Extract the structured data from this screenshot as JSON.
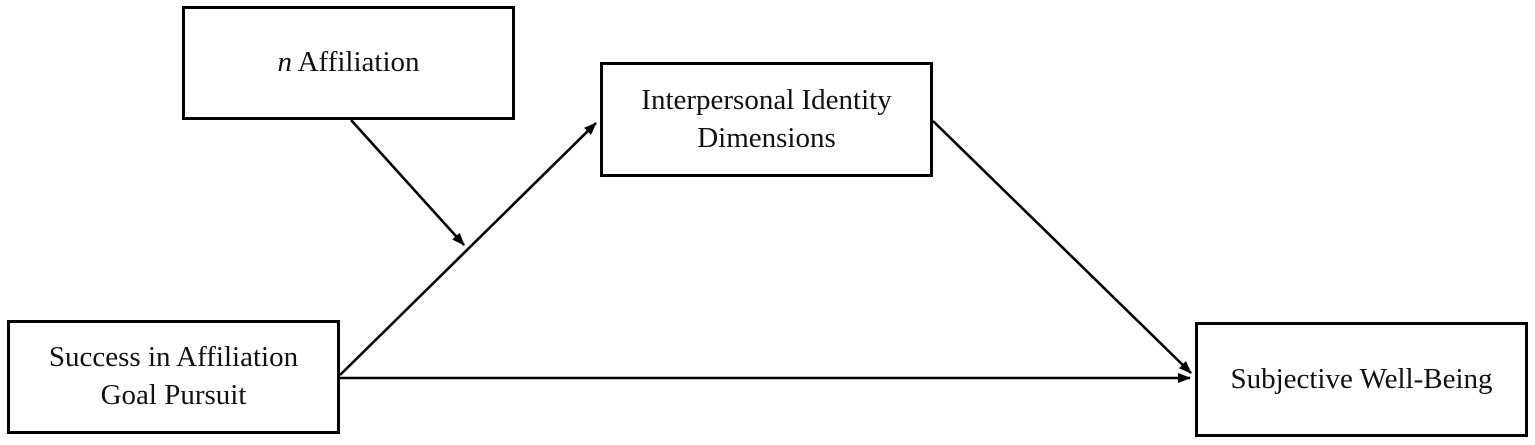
{
  "diagram": {
    "type": "path-model",
    "description": "Moderated mediation model: n Affiliation moderates the path from Success in Affiliation Goal Pursuit to Interpersonal Identity Dimensions, which leads to Subjective Well-Being; a direct path also links Success in Affiliation Goal Pursuit to Subjective Well-Being.",
    "background_color": "#ffffff",
    "line_color": "#000000",
    "nodes": {
      "moderator": {
        "id": "n-affiliation",
        "italic_prefix": "n",
        "label_rest": " Affiliation",
        "full_label": "n Affiliation"
      },
      "mediator": {
        "id": "interpersonal-identity-dimensions",
        "label": "Interpersonal Identity Dimensions"
      },
      "predictor": {
        "id": "success-in-affiliation-goal-pursuit",
        "label": "Success in Affiliation Goal Pursuit"
      },
      "outcome": {
        "id": "subjective-well-being",
        "label": "Subjective Well-Being"
      }
    },
    "arrows": [
      {
        "from": "success-in-affiliation-goal-pursuit",
        "to": "interpersonal-identity-dimensions"
      },
      {
        "from": "interpersonal-identity-dimensions",
        "to": "subjective-well-being"
      },
      {
        "from": "success-in-affiliation-goal-pursuit",
        "to": "subjective-well-being"
      },
      {
        "from": "n-affiliation",
        "to": "path:success-to-identity"
      }
    ]
  }
}
